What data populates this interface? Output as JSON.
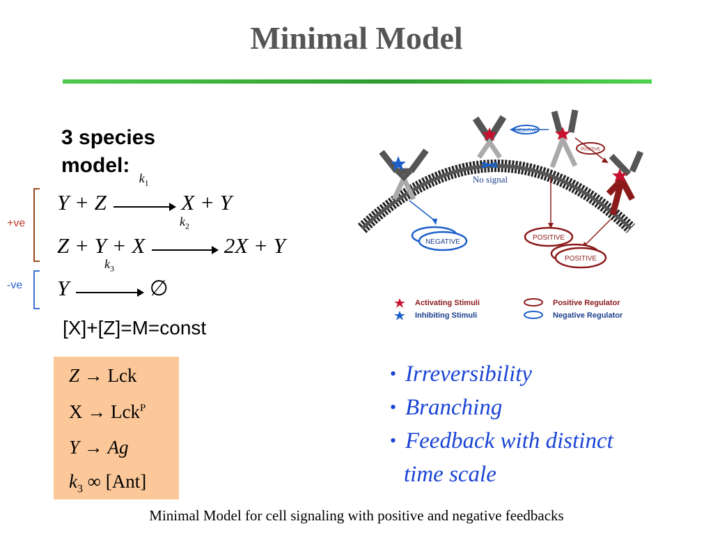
{
  "slide": {
    "title": "Minimal Model",
    "caption": "Minimal Model for cell signaling with positive and negative  feedbacks"
  },
  "model": {
    "heading": "3 species model:",
    "plus_label": "+ve",
    "minus_label": "-ve",
    "reactions": [
      {
        "lhs": "Y + Z",
        "rate": "k",
        "rate_sub": "1",
        "rhs": "X + Y"
      },
      {
        "lhs": "Z + Y + X",
        "rate": "k",
        "rate_sub": "2",
        "rhs": "2X + Y"
      },
      {
        "lhs": "Y",
        "rate": "k",
        "rate_sub": "3",
        "rhs": "∅"
      }
    ],
    "conservation": "[X]+[Z]=M=const"
  },
  "mapping": [
    {
      "lhs": "Z",
      "lhs_italic": true,
      "rhs": "Lck",
      "rhs_italic": false,
      "sup": ""
    },
    {
      "lhs": "X",
      "lhs_italic": false,
      "rhs": "Lck",
      "rhs_italic": false,
      "sup": "P"
    },
    {
      "lhs": "Y",
      "lhs_italic": true,
      "rhs": "Ag",
      "rhs_italic": true,
      "sup": ""
    },
    {
      "lhs": "k",
      "lhs_sub": "3",
      "op": "∞",
      "rhs": "[Ant]",
      "rhs_italic": false
    }
  ],
  "bullets": [
    "Irreversibility",
    "Branching",
    "Feedback with distinct",
    "time scale"
  ],
  "diagram": {
    "no_signal": "No signal",
    "negative_tag": "NEGATIVE",
    "positive_tag": "POSITIVE",
    "negative_ellipse": "NEGATIVE",
    "positive_ellipse": "POSITIVE",
    "legend": {
      "activating": "Activating Stimuli",
      "inhibiting": "Inhibiting Stimuli",
      "positive_reg": "Positive Regulator",
      "negative_reg": "Negative Regulator"
    },
    "colors": {
      "red": "#c8102e",
      "blue": "#1c5fc9",
      "darkred": "#8b1a1a",
      "grey": "#8f8f8f"
    }
  }
}
